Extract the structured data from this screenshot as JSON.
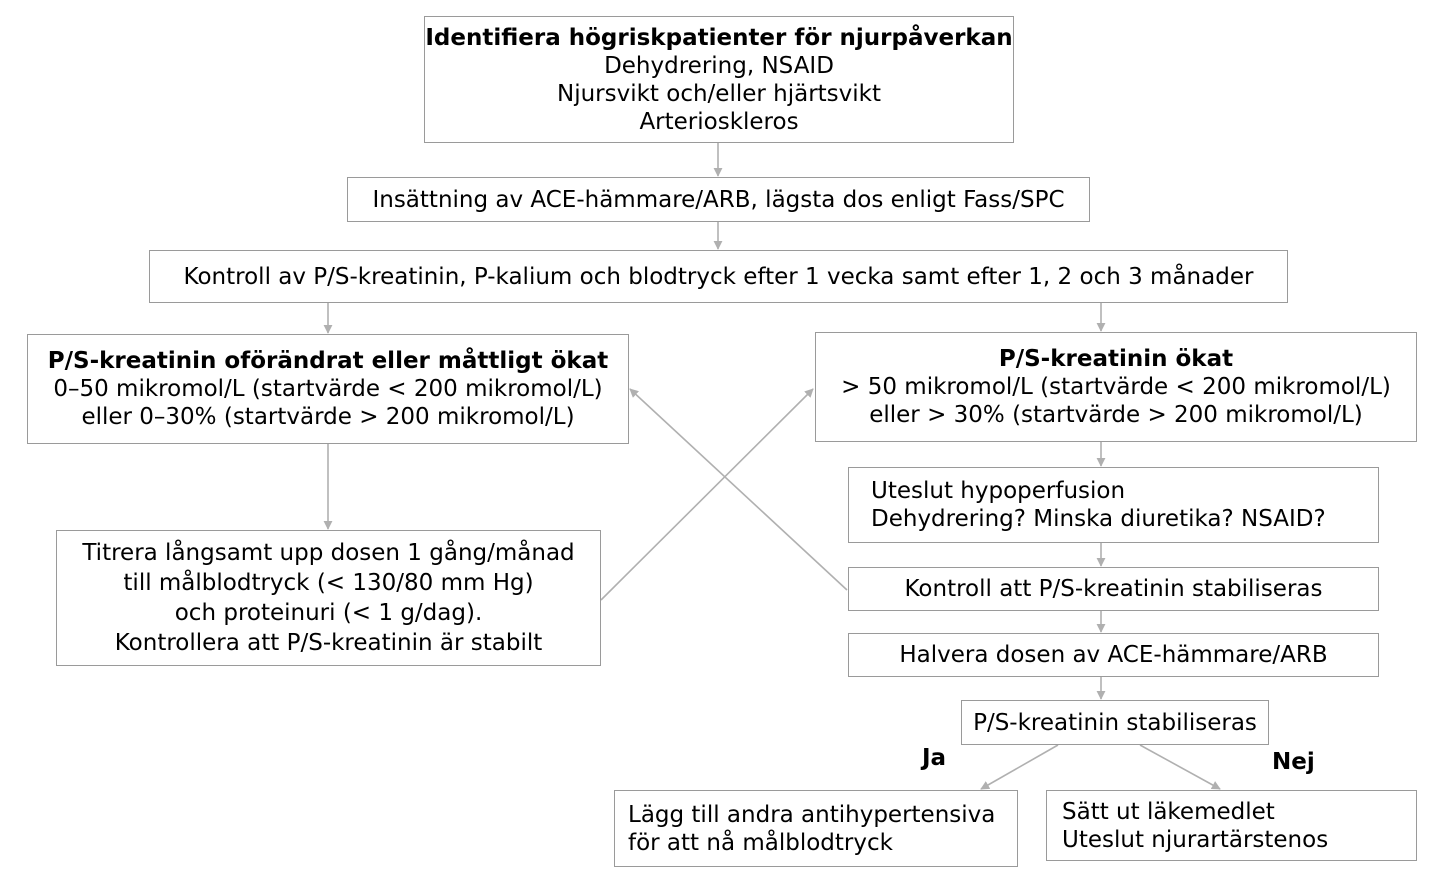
{
  "boxes": {
    "identify": {
      "title": "Identifiera högriskpatienter för njurpåverkan",
      "lines": [
        "Dehydrering, NSAID",
        "Njursvikt och/eller hjärtsvikt",
        "Arterioskleros"
      ]
    },
    "start": {
      "text": "Insättning av ACE-hämmare/ARB, lägsta dos enligt Fass/SPC"
    },
    "control": {
      "text": "Kontroll av P/S-kreatinin, P-kalium och blodtryck efter 1 vecka samt efter 1, 2 och 3 månader"
    },
    "unchanged": {
      "title": "P/S-kreatinin oförändrat eller måttligt ökat",
      "lines": [
        "0–50 mikromol/L (startvärde < 200 mikromol/L)",
        "eller 0–30% (startvärde > 200 mikromol/L)"
      ]
    },
    "increased": {
      "title": "P/S-kreatinin ökat",
      "lines": [
        "> 50 mikromol/L (startvärde < 200 mikromol/L)",
        "eller > 30% (startvärde > 200 mikromol/L)"
      ]
    },
    "titrate": {
      "lines": [
        "Titrera långsamt upp dosen 1 gång/månad",
        "till målblodtryck (< 130/80 mm Hg)",
        "och proteinuri (< 1 g/dag).",
        "Kontrollera att P/S-kreatinin är stabilt"
      ]
    },
    "hypoperfusion": {
      "lines": [
        "Uteslut hypoperfusion",
        "Dehydrering? Minska diuretika? NSAID?"
      ]
    },
    "stabilize_check": {
      "text": "Kontroll att P/S-kreatinin stabiliseras"
    },
    "halve": {
      "text": "Halvera dosen av ACE-hämmare/ARB"
    },
    "stabilized": {
      "text": "P/S-kreatinin stabiliseras"
    },
    "add_other": {
      "lines": [
        "Lägg till andra antihypertensiva",
        "för att nå målblodtryck"
      ]
    },
    "stop": {
      "lines": [
        "Sätt ut läkemedlet",
        "Uteslut njurartärstenos"
      ]
    }
  },
  "branch_labels": {
    "yes": "Ja",
    "no": "Nej"
  },
  "colors": {
    "border": "#9a9a9a",
    "arrow": "#b0b0b0",
    "text": "#000000"
  }
}
